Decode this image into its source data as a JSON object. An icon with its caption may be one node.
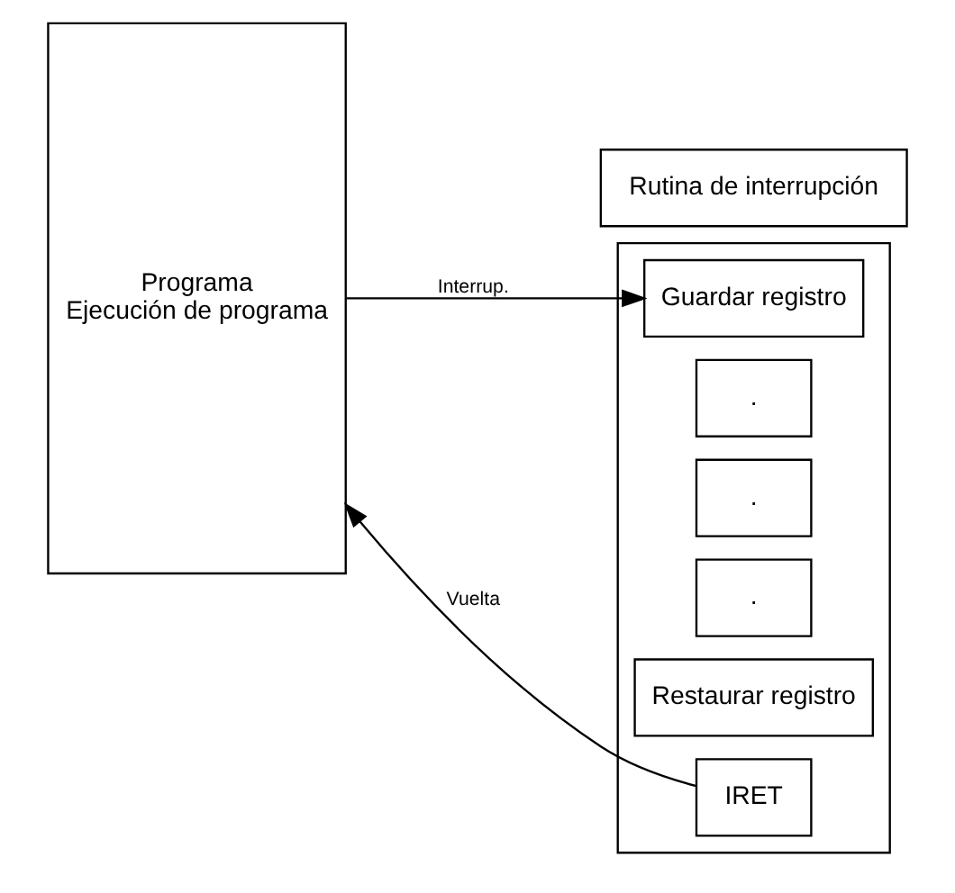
{
  "diagram": {
    "nodes": [
      {
        "text": [
          "Programa",
          "Ejecución de programa"
        ]
      },
      {
        "text": [
          "Rutina de interrupción"
        ]
      },
      {
        "text": [],
        "shape": "box"
      },
      {
        "text": [
          "Guardar registro"
        ],
        "in": 2
      },
      {
        "text": [
          "."
        ],
        "in": 2
      },
      {
        "text": [
          "."
        ],
        "in": 2
      },
      {
        "text": [
          "."
        ],
        "in": 2
      },
      {
        "text": [
          "Restaurar registro"
        ],
        "in": 2
      },
      {
        "text": [
          "IRET"
        ],
        "in": 2
      }
    ],
    "edges": [
      {
        "from": 0,
        "to": 3,
        "arrow": "to",
        "label": "Interrup."
      },
      {
        "from": 8,
        "to": 0,
        "arrow": "to",
        "label": "Vuelta"
      }
    ]
  }
}
